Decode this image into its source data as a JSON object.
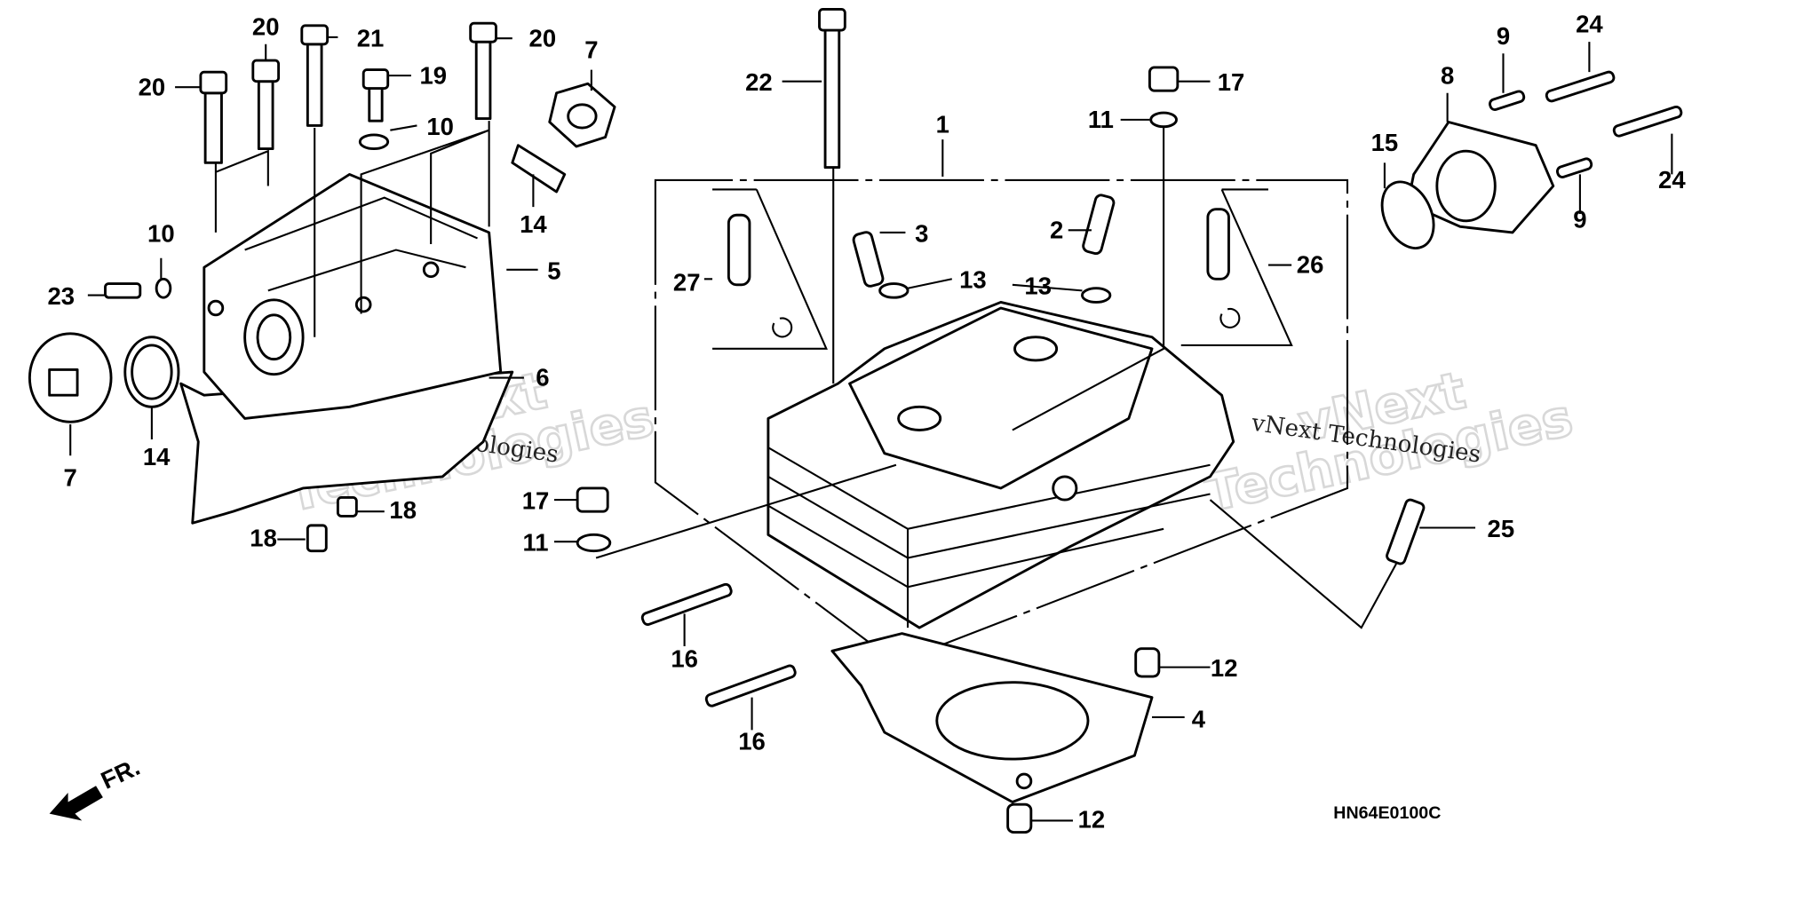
{
  "diagram": {
    "code": "HN64E0100C",
    "direction_label": "FR.",
    "watermark_big_1": "vNext",
    "watermark_big_2": "Technologies",
    "watermark_small": "vNext Technologies",
    "labels": [
      "20",
      "20",
      "21",
      "19",
      "20",
      "7",
      "10",
      "10",
      "23",
      "5",
      "14",
      "6",
      "7",
      "14",
      "18",
      "18",
      "22",
      "1",
      "17",
      "11",
      "3",
      "2",
      "13",
      "13",
      "27",
      "26",
      "17",
      "11",
      "16",
      "16",
      "12",
      "4",
      "12",
      "25",
      "9",
      "24",
      "8",
      "15",
      "9",
      "24"
    ]
  }
}
